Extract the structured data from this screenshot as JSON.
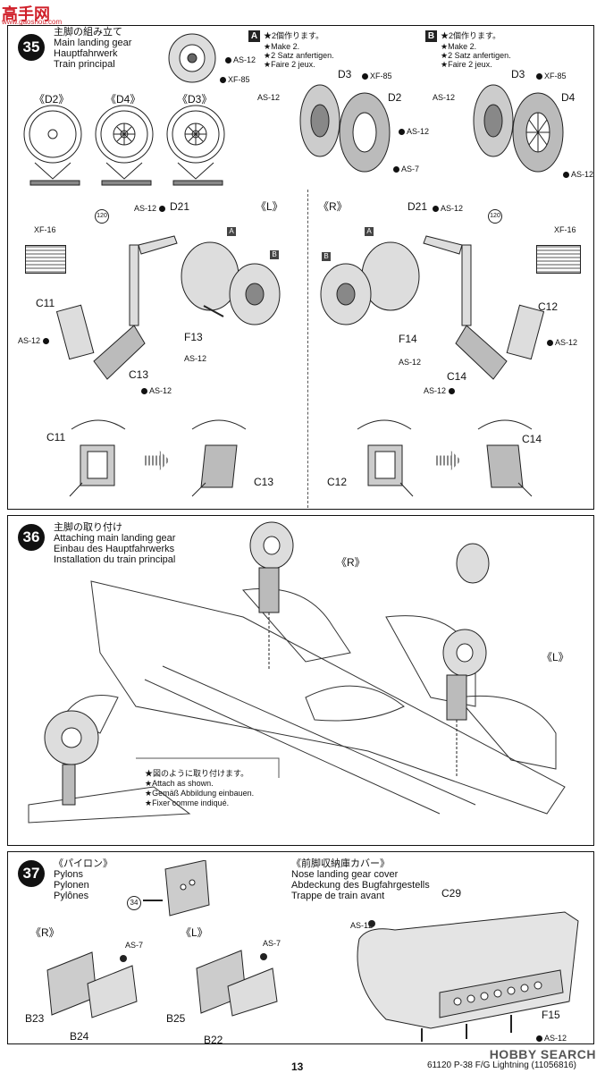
{
  "watermark": {
    "logo": "高手网",
    "url": "www.gaoshou.com"
  },
  "step35": {
    "number": "35",
    "title": [
      "主脚の組み立て",
      "Main landing gear",
      "Hauptfahrwerk",
      "Train principal"
    ],
    "wheel_views": [
      "《D2》",
      "《D4》",
      "《D3》"
    ],
    "box_a": {
      "letter": "A",
      "notes": [
        "★2個作ります。",
        "★Make 2.",
        "★2 Satz anfertigen.",
        "★Faire 2 jeux."
      ]
    },
    "box_b": {
      "letter": "B",
      "notes": [
        "★2個作ります。",
        "★Make 2.",
        "★2 Satz anfertigen.",
        "★Faire 2 jeux."
      ]
    },
    "left_side": "《L》",
    "right_side": "《R》",
    "parts": {
      "d3": "D3",
      "d2": "D2",
      "d4": "D4",
      "d21": "D21",
      "c11": "C11",
      "c12": "C12",
      "c13": "C13",
      "c14": "C14",
      "f13": "F13",
      "f14": "F14",
      "a": "A",
      "b": "B",
      "n120": "120"
    },
    "paints": {
      "as12": "AS-12",
      "xf85": "XF-85",
      "as7": "AS-7",
      "xf16": "XF-16"
    }
  },
  "step36": {
    "number": "36",
    "title": [
      "主脚の取り付け",
      "Attaching main landing gear",
      "Einbau des Hauptfahrwerks",
      "Installation du train principal"
    ],
    "r_label": "《R》",
    "l_label": "《L》",
    "notes": [
      "★図のように取り付けます。",
      "★Attach as shown.",
      "★Gemäß Abbildung einbauen.",
      "★Fixer comme indiqué."
    ]
  },
  "step37": {
    "number": "37",
    "pylons_title": [
      "《パイロン》",
      "Pylons",
      "Pylonen",
      "Pylônes"
    ],
    "n34": "34",
    "nose_title": [
      "《前脚収納庫カバー》",
      "Nose landing gear cover",
      "Abdeckung des Bugfahrgestells",
      "Trappe de train avant"
    ],
    "r_label": "《R》",
    "l_label": "《L》",
    "parts": {
      "b23": "B23",
      "b24": "B24",
      "b25": "B25",
      "b22": "B22",
      "c29": "C29",
      "f15": "F15"
    },
    "paints": {
      "as7": "AS-7",
      "as12": "AS-12"
    }
  },
  "footer": {
    "page": "13",
    "code": "61120  P-38 F/G Lightning (11056816)",
    "brand": "HOBBY SEARCH"
  }
}
